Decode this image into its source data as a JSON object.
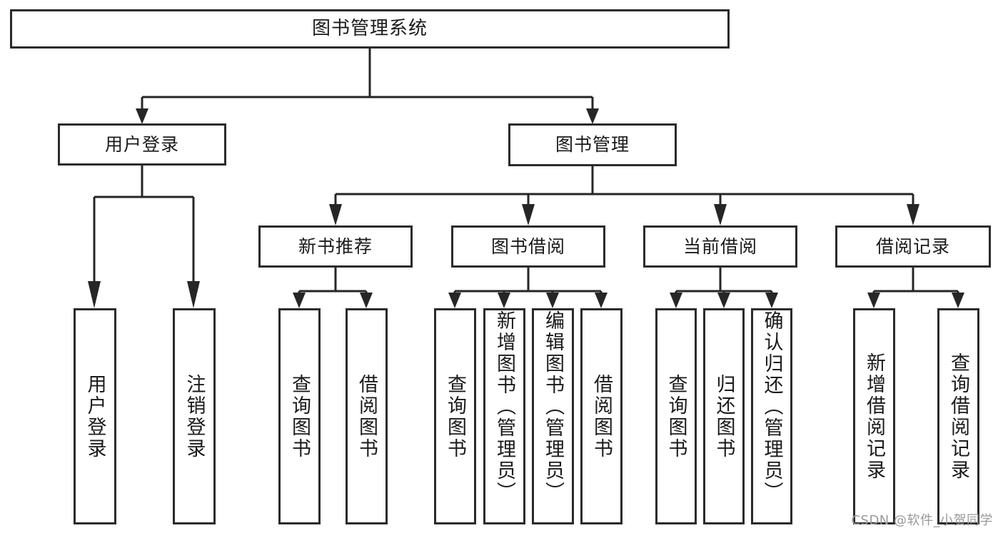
{
  "diagram": {
    "type": "tree",
    "title": "图书管理系统",
    "colors": {
      "box_border": "#2b2b2b",
      "box_fill": "#ffffff",
      "connector": "#262626",
      "text": "#1a1a1a",
      "watermark": "#9a9a9a",
      "background": "#ffffff"
    },
    "watermark": "CSDN @软件_小贺同学",
    "root": {
      "label": "图书管理系统"
    },
    "branches": [
      {
        "label": "用户登录"
      },
      {
        "label": "图书管理"
      }
    ],
    "groups": [
      {
        "label": "新书推荐"
      },
      {
        "label": "图书借阅"
      },
      {
        "label": "当前借阅"
      },
      {
        "label": "借阅记录"
      }
    ],
    "leaves": {
      "user_login": [
        {
          "label": "用户登录"
        },
        {
          "label": "注销登录"
        }
      ],
      "new_book_recommend": [
        {
          "label": "查询图书"
        },
        {
          "label": "借阅图书"
        }
      ],
      "book_borrow": [
        {
          "label": "查询图书"
        },
        {
          "label": "新增图书（管理员）"
        },
        {
          "label": "编辑图书（管理员）"
        },
        {
          "label": "借阅图书"
        }
      ],
      "current_borrow": [
        {
          "label": "查询图书"
        },
        {
          "label": "归还图书"
        },
        {
          "label": "确认归还（管理员）"
        }
      ],
      "borrow_record": [
        {
          "label": "新增借阅记录"
        },
        {
          "label": "查询借阅记录"
        }
      ]
    }
  }
}
